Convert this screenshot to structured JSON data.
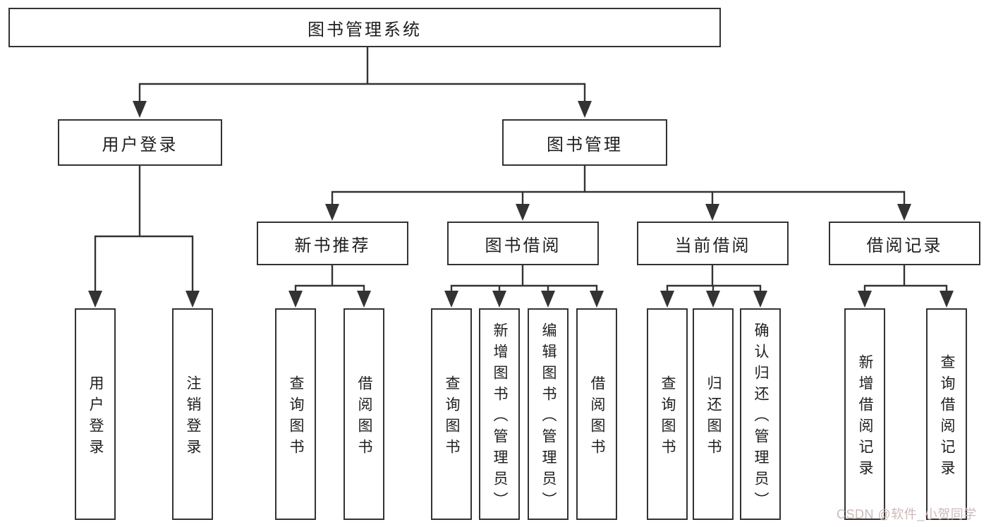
{
  "diagram_title": "图书管理系统",
  "nodes": {
    "root": "图书管理系统",
    "l1": [
      "用户登录",
      "图书管理"
    ],
    "l2": [
      "新书推荐",
      "图书借阅",
      "当前借阅",
      "借阅记录"
    ],
    "leaves_user_login": [
      "用户登录",
      "注销登录"
    ],
    "leaves_new_book": [
      "查询图书",
      "借阅图书"
    ],
    "leaves_book_borrow": [
      "查询图书",
      "新增图书（管理员）",
      "编辑图书（管理员）",
      "借阅图书"
    ],
    "leaves_current_borrow": [
      "查询图书",
      "归还图书",
      "确认归还（管理员）"
    ],
    "leaves_borrow_records": [
      "新增借阅记录",
      "查询借阅记录"
    ]
  },
  "hierarchy": {
    "图书管理系统": {
      "用户登录": [
        "用户登录",
        "注销登录"
      ],
      "图书管理": {
        "新书推荐": [
          "查询图书",
          "借阅图书"
        ],
        "图书借阅": [
          "查询图书",
          "新增图书（管理员）",
          "编辑图书（管理员）",
          "借阅图书"
        ],
        "当前借阅": [
          "查询图书",
          "归还图书",
          "确认归还（管理员）"
        ],
        "借阅记录": [
          "新增借阅记录",
          "查询借阅记录"
        ]
      }
    }
  },
  "watermark": {
    "text": "CSDN @软件_小贺同学",
    "color": "#ceb9b9"
  },
  "colors": {
    "line": "#333333",
    "box_border": "#333333",
    "box_fill": "#ffffff",
    "text": "#1f1f1f",
    "background": "#ffffff"
  }
}
